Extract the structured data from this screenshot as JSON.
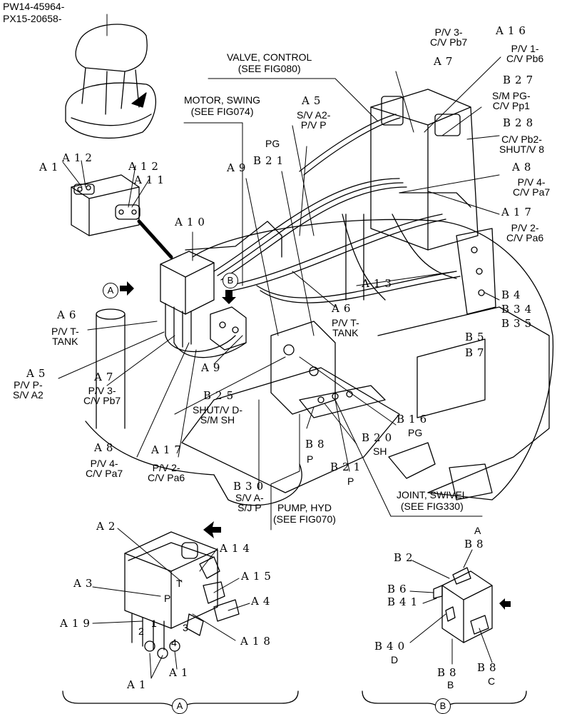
{
  "header": {
    "line1": "PW14-45964-",
    "line2": "PX15-20658-"
  },
  "callouts": {
    "valve_control": [
      "VALVE, CONTROL",
      "(SEE FIG080)"
    ],
    "motor_swing": [
      "MOTOR, SWING",
      "(SEE FIG074)"
    ],
    "pump_hyd": [
      "PUMP, HYD",
      "(SEE FIG070)"
    ],
    "joint_swivel": [
      "JOINT, SWIVEL",
      "(SEE FIG330)"
    ]
  },
  "labels": {
    "pv3_cv_pb7_top": [
      "P/V 3-",
      "C/V Pb7"
    ],
    "pv1_cv_pb6": [
      "P/V 1-",
      "C/V Pb6"
    ],
    "sm_pg_cv_pp1": [
      "S/M PG-",
      "C/V Pp1"
    ],
    "cv_pb2_shutv8": [
      "C/V Pb2-",
      "SHUT/V 8"
    ],
    "pv4_cv_pa7_right": [
      "P/V 4-",
      "C/V Pa7"
    ],
    "pv2_cv_pa6_right": [
      "P/V 2-",
      "C/V Pa6"
    ],
    "sv_a2_pv_p": [
      "S/V A2-",
      "P/V P"
    ],
    "pg_top": "PG",
    "pv_t_tank_left": [
      "P/V T-",
      "TANK"
    ],
    "pv_t_tank_mid": [
      "P/V T-",
      "TANK"
    ],
    "pv_p_sv_a2": [
      "P/V P-",
      "S/V A2"
    ],
    "pv3_cv_pb7_left": [
      "P/V 3-",
      "C/V Pb7"
    ],
    "shutv_d_sm_sh": [
      "SHUT/V D-",
      "S/M SH"
    ],
    "pv4_cv_pa7_left": [
      "P/V 4-",
      "C/V Pa7"
    ],
    "pv2_cv_pa6_left": [
      "P/V 2-",
      "C/V Pa6"
    ],
    "sv_a_sj_p": [
      "S/V A-",
      "S/J P"
    ],
    "p_b8": "P",
    "p_b21": "P",
    "sh_b20": "SH",
    "pg_b16": "PG"
  },
  "codes": {
    "a16": "A16",
    "a7_top": "A7",
    "b27": "B27",
    "b28": "B28",
    "a8_right": "A8",
    "a17_right": "A17",
    "b4": "B4",
    "b34": "B34",
    "b35": "B35",
    "b5": "B5",
    "b7": "B7",
    "a13": "A13",
    "a6_mid": "A6",
    "a5_top": "A5",
    "b21_top": "B21",
    "a9_top": "A9",
    "a10": "A10",
    "a11": "A11",
    "a12_l": "A12",
    "a12_r": "A12",
    "a1_top": "A1",
    "a6_left": "A6",
    "a5_left": "A5",
    "a7_left": "A7",
    "a9_mid": "A9",
    "b25": "B25",
    "a8_left": "A8",
    "a17_left": "A17",
    "b8_mid": "B8",
    "b30": "B30",
    "b20": "B20",
    "b16": "B16",
    "b21_mid": "B21"
  },
  "detail_a": {
    "codes": {
      "a2": "A2",
      "a3": "A3",
      "a19": "A19",
      "a14": "A14",
      "a15": "A15",
      "a4": "A4",
      "a18": "A18",
      "a1_l": "A1",
      "a1_r": "A1"
    },
    "ports": {
      "t": "T",
      "p": "P",
      "p1": "1",
      "p2": "2",
      "p3": "3",
      "p4": "4"
    },
    "circle": "A"
  },
  "detail_b": {
    "codes": {
      "b8_a": "B8",
      "b2": "B2",
      "b6": "B6",
      "b41": "B41",
      "b40": "B40",
      "b8_b": "B8",
      "b8_c": "B8"
    },
    "ports": {
      "a": "A",
      "d": "D",
      "b": "B",
      "c": "C"
    },
    "circle": "B"
  },
  "view_markers": {
    "a": "A",
    "b": "B"
  }
}
